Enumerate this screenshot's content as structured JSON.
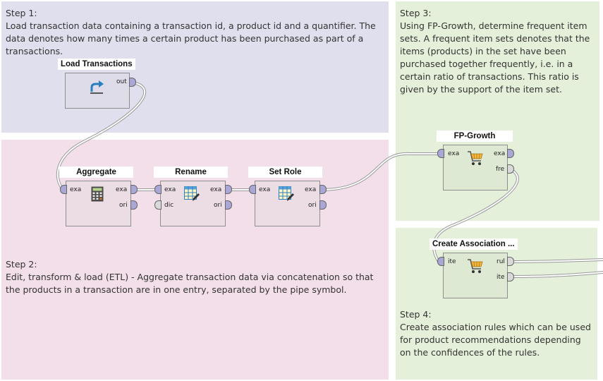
{
  "notes": {
    "step1": "Step 1:\nLoad transaction data containing a transaction id, a product id and a quantifier. The data denotes how many times a certain product has been purchased as part of a transactions.",
    "step2": "Step 2:\nEdit, transform & load (ETL) - Aggregate transaction data via concatenation so that the products in a transaction are in one entry, separated by the pipe symbol.",
    "step3": "Step 3:\nUsing FP-Growth, determine frequent item sets. A frequent item sets denotes that the items (products) in the set have been purchased together frequently, i.e. in a certain ratio of transactions. This ratio is given by the support of the item set.",
    "step4": "Step 4:\nCreate association rules which can be used for product recommendations depending on the confidences of the rules."
  },
  "operators": {
    "load": {
      "title": "Load Transactions",
      "out": "out",
      "icon": "retrieve-arrow-icon"
    },
    "aggregate": {
      "title": "Aggregate",
      "in": "exa",
      "out1": "exa",
      "out2": "ori",
      "icon": "calculator-icon"
    },
    "rename": {
      "title": "Rename",
      "in1": "exa",
      "in2": "dic",
      "out1": "exa",
      "out2": "ori",
      "icon": "table-edit-icon"
    },
    "setrole": {
      "title": "Set Role",
      "in": "exa",
      "out1": "exa",
      "out2": "ori",
      "icon": "table-edit-icon"
    },
    "fpgrowth": {
      "title": "FP-Growth",
      "in": "exa",
      "out1": "exa",
      "out2": "fre",
      "icon": "shopping-cart-icon"
    },
    "assoc": {
      "title": "Create Association ...",
      "in": "ite",
      "out1": "rul",
      "out2": "ite",
      "icon": "shopping-cart-icon"
    }
  },
  "colors": {
    "step1_bg": "#e0dfed",
    "step2_bg": "#f3dfe9",
    "step3_bg": "#e4f0da",
    "step4_bg": "#e4f0da",
    "op_load_bg": "#dddce8",
    "op_etl_bg": "#ecdce4",
    "op_mining_bg": "#dde9d3"
  }
}
